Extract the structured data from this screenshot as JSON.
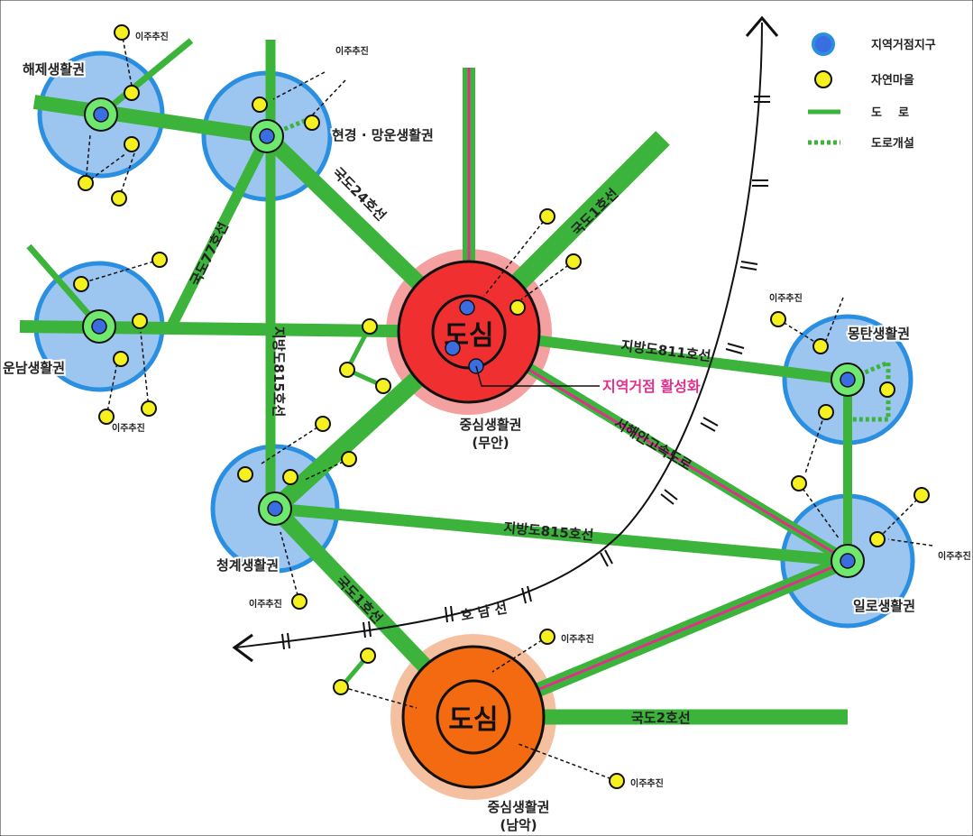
{
  "colors": {
    "road": "#3cb43c",
    "road_dark": "#2e9e2e",
    "pink": "#e0308c",
    "hub_blue": "#3a6de0",
    "ring_blue": "#2a8fe0",
    "area_blue": "#9cc6f0",
    "hub_green": "#6ee86e",
    "village_yellow": "#f5f020",
    "center_red": "#f03030",
    "center_red_halo": "#f5a0a0",
    "center_orange": "#f46a10",
    "center_orange_halo": "#f5c0a0"
  },
  "legend": {
    "hub_label": "지역거점지구",
    "village_label": "자연마을",
    "road_label": "도    로",
    "new_road_label": "도로개설"
  },
  "areas": {
    "haeje": "해제생활권",
    "hyeongyeong": "현경 · 망운생활권",
    "unnam": "운남생활권",
    "mongtan": "몽탄생활권",
    "cheonggye": "청계생활권",
    "illo": "일로생활권",
    "central_muan_1": "중심생활권",
    "central_muan_2": "(무안)",
    "central_namak_1": "중심생활권",
    "central_namak_2": "(남악)"
  },
  "centers": {
    "muan": "도심",
    "namak": "도심"
  },
  "roads": {
    "national24": "국도24호선",
    "national77": "국도77호선",
    "national1_north": "국도1호선",
    "national1_south": "국도1호선",
    "national2": "국도2호선",
    "local815_vertical": "지방도815호선",
    "local815_horizontal": "지방도815호선",
    "local811": "지방도811호선",
    "expressway": "서해안고속도로",
    "railway": "호 남 선"
  },
  "annotations": {
    "activation": "지역거점 활성화",
    "relocation": "이주추진"
  }
}
